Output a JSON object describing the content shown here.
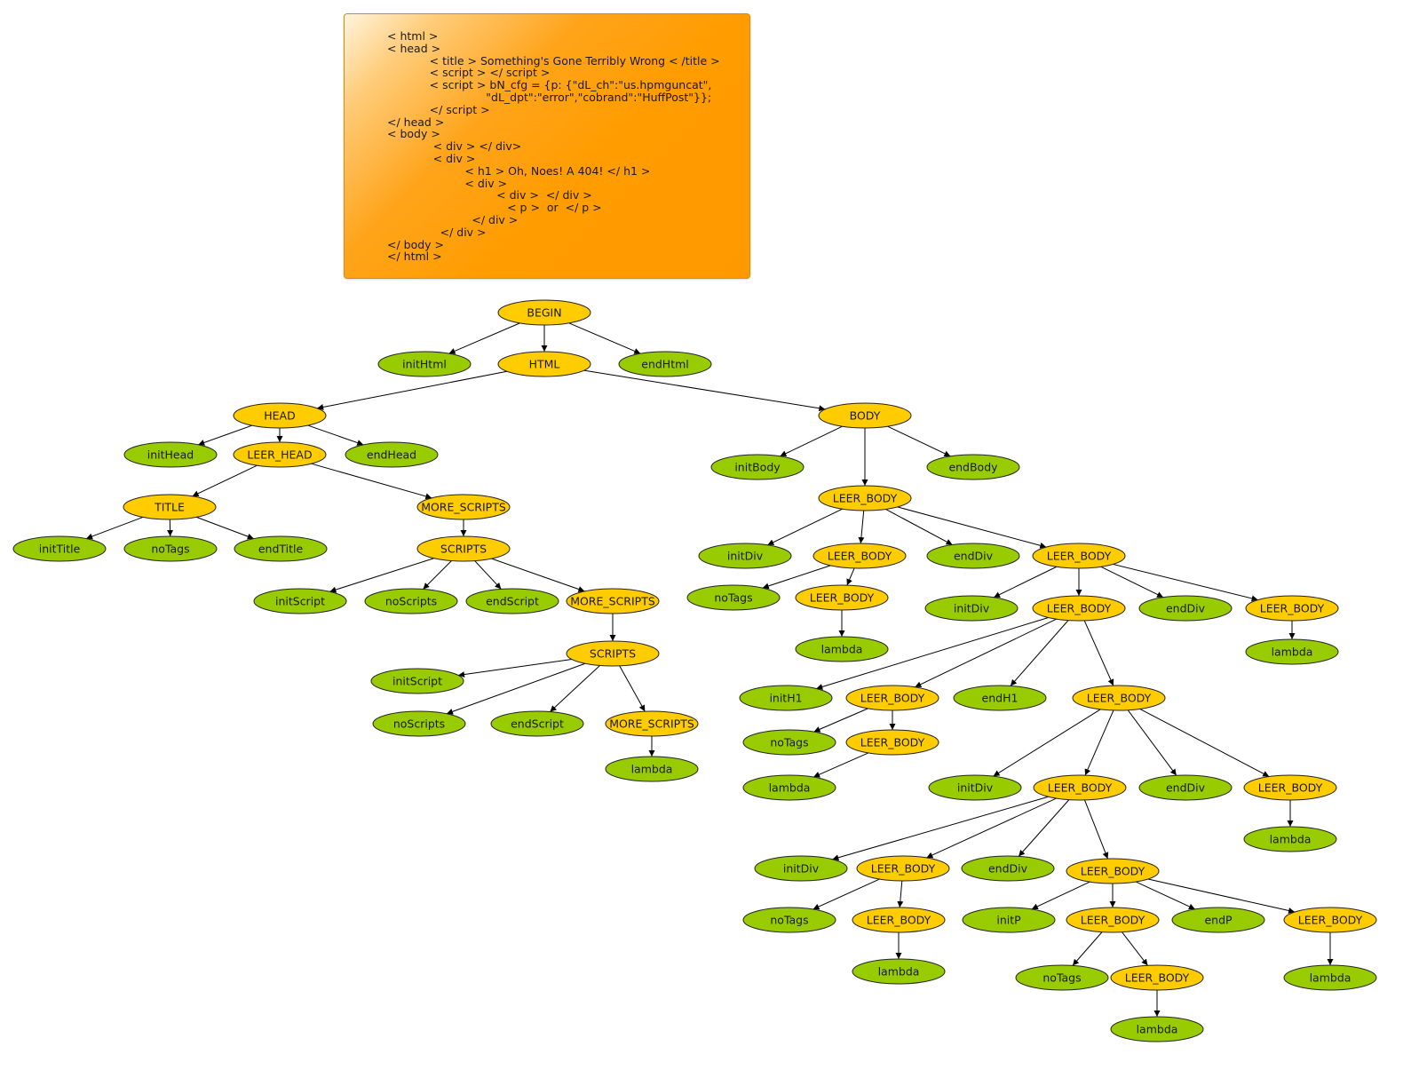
{
  "note": {
    "lines": [
      "< html >",
      "< head >",
      "            < title > Something's Gone Terribly Wrong < /title >",
      "            < script > </ script >",
      "            < script > bN_cfg = {p: {\"dL_ch\":\"us.hpmguncat\",",
      "                            \"dL_dpt\":\"error\",\"cobrand\":\"HuffPost\"}};",
      "            </ script >",
      "</ head >",
      "< body >",
      "             < div > </ div>",
      "             < div >",
      "                      < h1 > Oh, Noes! A 404! </ h1 >",
      "                      < div >",
      "                               < div >  </ div >",
      "                                  < p >  or  </ p >",
      "                        </ div >",
      "               </ div >",
      "</ body >",
      "</ html >"
    ]
  },
  "colors": {
    "nonterminal": "#ffcc00",
    "terminal": "#99cc00",
    "note": "#ff9900",
    "edge": "#000000"
  },
  "nodes": [
    {
      "id": "begin",
      "label": "BEGIN",
      "kind": "nonterminal"
    },
    {
      "id": "initHtml",
      "label": "initHtml",
      "kind": "terminal"
    },
    {
      "id": "html",
      "label": "HTML",
      "kind": "nonterminal"
    },
    {
      "id": "endHtml",
      "label": "endHtml",
      "kind": "terminal"
    },
    {
      "id": "head",
      "label": "HEAD",
      "kind": "nonterminal"
    },
    {
      "id": "body",
      "label": "BODY",
      "kind": "nonterminal"
    },
    {
      "id": "initHead",
      "label": "initHead",
      "kind": "terminal"
    },
    {
      "id": "leerHead",
      "label": "LEER_HEAD",
      "kind": "nonterminal"
    },
    {
      "id": "endHead",
      "label": "endHead",
      "kind": "terminal"
    },
    {
      "id": "title",
      "label": "TITLE",
      "kind": "nonterminal"
    },
    {
      "id": "ms1",
      "label": "MORE_SCRIPTS",
      "kind": "nonterminal"
    },
    {
      "id": "initTitle",
      "label": "initTitle",
      "kind": "terminal"
    },
    {
      "id": "noTagsT",
      "label": "noTags",
      "kind": "terminal"
    },
    {
      "id": "endTitle",
      "label": "endTitle",
      "kind": "terminal"
    },
    {
      "id": "scripts1",
      "label": "SCRIPTS",
      "kind": "nonterminal"
    },
    {
      "id": "initScript1",
      "label": "initScript",
      "kind": "terminal"
    },
    {
      "id": "noScripts1",
      "label": "noScripts",
      "kind": "terminal"
    },
    {
      "id": "endScript1",
      "label": "endScript",
      "kind": "terminal"
    },
    {
      "id": "ms2",
      "label": "MORE_SCRIPTS",
      "kind": "nonterminal"
    },
    {
      "id": "scripts2",
      "label": "SCRIPTS",
      "kind": "nonterminal"
    },
    {
      "id": "initScript2",
      "label": "initScript",
      "kind": "terminal"
    },
    {
      "id": "noScripts2",
      "label": "noScripts",
      "kind": "terminal"
    },
    {
      "id": "endScript2",
      "label": "endScript",
      "kind": "terminal"
    },
    {
      "id": "ms3",
      "label": "MORE_SCRIPTS",
      "kind": "nonterminal"
    },
    {
      "id": "lambdaS",
      "label": "lambda",
      "kind": "terminal"
    },
    {
      "id": "initBody",
      "label": "initBody",
      "kind": "terminal"
    },
    {
      "id": "endBody",
      "label": "endBody",
      "kind": "terminal"
    },
    {
      "id": "lb1",
      "label": "LEER_BODY",
      "kind": "nonterminal"
    },
    {
      "id": "initDiv1",
      "label": "initDiv",
      "kind": "terminal"
    },
    {
      "id": "lb2",
      "label": "LEER_BODY",
      "kind": "nonterminal"
    },
    {
      "id": "endDiv1",
      "label": "endDiv",
      "kind": "terminal"
    },
    {
      "id": "lb3",
      "label": "LEER_BODY",
      "kind": "nonterminal"
    },
    {
      "id": "noTags2",
      "label": "noTags",
      "kind": "terminal"
    },
    {
      "id": "lb2b",
      "label": "LEER_BODY",
      "kind": "nonterminal"
    },
    {
      "id": "lambda2",
      "label": "lambda",
      "kind": "terminal"
    },
    {
      "id": "initDiv2",
      "label": "initDiv",
      "kind": "terminal"
    },
    {
      "id": "lb4",
      "label": "LEER_BODY",
      "kind": "nonterminal"
    },
    {
      "id": "endDiv2",
      "label": "endDiv",
      "kind": "terminal"
    },
    {
      "id": "lb5",
      "label": "LEER_BODY",
      "kind": "nonterminal"
    },
    {
      "id": "lambda5",
      "label": "lambda",
      "kind": "terminal"
    },
    {
      "id": "initH1",
      "label": "initH1",
      "kind": "terminal"
    },
    {
      "id": "lb6",
      "label": "LEER_BODY",
      "kind": "nonterminal"
    },
    {
      "id": "endH1",
      "label": "endH1",
      "kind": "terminal"
    },
    {
      "id": "lb7",
      "label": "LEER_BODY",
      "kind": "nonterminal"
    },
    {
      "id": "noTags6",
      "label": "noTags",
      "kind": "terminal"
    },
    {
      "id": "lb6b",
      "label": "LEER_BODY",
      "kind": "nonterminal"
    },
    {
      "id": "lambda6",
      "label": "lambda",
      "kind": "terminal"
    },
    {
      "id": "initDiv7",
      "label": "initDiv",
      "kind": "terminal"
    },
    {
      "id": "lb8",
      "label": "LEER_BODY",
      "kind": "nonterminal"
    },
    {
      "id": "endDiv7",
      "label": "endDiv",
      "kind": "terminal"
    },
    {
      "id": "lb9",
      "label": "LEER_BODY",
      "kind": "nonterminal"
    },
    {
      "id": "lambda9",
      "label": "lambda",
      "kind": "terminal"
    },
    {
      "id": "initDiv8",
      "label": "initDiv",
      "kind": "terminal"
    },
    {
      "id": "lb10",
      "label": "LEER_BODY",
      "kind": "nonterminal"
    },
    {
      "id": "endDiv8",
      "label": "endDiv",
      "kind": "terminal"
    },
    {
      "id": "lb11",
      "label": "LEER_BODY",
      "kind": "nonterminal"
    },
    {
      "id": "noTags10",
      "label": "noTags",
      "kind": "terminal"
    },
    {
      "id": "lb10b",
      "label": "LEER_BODY",
      "kind": "nonterminal"
    },
    {
      "id": "lambda10",
      "label": "lambda",
      "kind": "terminal"
    },
    {
      "id": "initP",
      "label": "initP",
      "kind": "terminal"
    },
    {
      "id": "lb12",
      "label": "LEER_BODY",
      "kind": "nonterminal"
    },
    {
      "id": "endP",
      "label": "endP",
      "kind": "terminal"
    },
    {
      "id": "lb13",
      "label": "LEER_BODY",
      "kind": "nonterminal"
    },
    {
      "id": "noTags12",
      "label": "noTags",
      "kind": "terminal"
    },
    {
      "id": "lb12b",
      "label": "LEER_BODY",
      "kind": "nonterminal"
    },
    {
      "id": "lambda12",
      "label": "lambda",
      "kind": "terminal"
    },
    {
      "id": "lambda13",
      "label": "lambda",
      "kind": "terminal"
    }
  ],
  "edges": [
    [
      "begin",
      "initHtml"
    ],
    [
      "begin",
      "html"
    ],
    [
      "begin",
      "endHtml"
    ],
    [
      "html",
      "head"
    ],
    [
      "html",
      "body"
    ],
    [
      "head",
      "initHead"
    ],
    [
      "head",
      "leerHead"
    ],
    [
      "head",
      "endHead"
    ],
    [
      "leerHead",
      "title"
    ],
    [
      "leerHead",
      "ms1"
    ],
    [
      "title",
      "initTitle"
    ],
    [
      "title",
      "noTagsT"
    ],
    [
      "title",
      "endTitle"
    ],
    [
      "ms1",
      "scripts1"
    ],
    [
      "scripts1",
      "initScript1"
    ],
    [
      "scripts1",
      "noScripts1"
    ],
    [
      "scripts1",
      "endScript1"
    ],
    [
      "scripts1",
      "ms2"
    ],
    [
      "ms2",
      "scripts2"
    ],
    [
      "scripts2",
      "initScript2"
    ],
    [
      "scripts2",
      "noScripts2"
    ],
    [
      "scripts2",
      "endScript2"
    ],
    [
      "scripts2",
      "ms3"
    ],
    [
      "ms3",
      "lambdaS"
    ],
    [
      "body",
      "initBody"
    ],
    [
      "body",
      "lb1"
    ],
    [
      "body",
      "endBody"
    ],
    [
      "lb1",
      "initDiv1"
    ],
    [
      "lb1",
      "lb2"
    ],
    [
      "lb1",
      "endDiv1"
    ],
    [
      "lb1",
      "lb3"
    ],
    [
      "lb2",
      "noTags2"
    ],
    [
      "lb2",
      "lb2b"
    ],
    [
      "lb2b",
      "lambda2"
    ],
    [
      "lb3",
      "initDiv2"
    ],
    [
      "lb3",
      "lb4"
    ],
    [
      "lb3",
      "endDiv2"
    ],
    [
      "lb3",
      "lb5"
    ],
    [
      "lb5",
      "lambda5"
    ],
    [
      "lb4",
      "initH1"
    ],
    [
      "lb4",
      "lb6"
    ],
    [
      "lb4",
      "endH1"
    ],
    [
      "lb4",
      "lb7"
    ],
    [
      "lb6",
      "noTags6"
    ],
    [
      "lb6",
      "lb6b"
    ],
    [
      "lb6b",
      "lambda6"
    ],
    [
      "lb7",
      "initDiv7"
    ],
    [
      "lb7",
      "lb8"
    ],
    [
      "lb7",
      "endDiv7"
    ],
    [
      "lb7",
      "lb9"
    ],
    [
      "lb9",
      "lambda9"
    ],
    [
      "lb8",
      "initDiv8"
    ],
    [
      "lb8",
      "lb10"
    ],
    [
      "lb8",
      "endDiv8"
    ],
    [
      "lb8",
      "lb11"
    ],
    [
      "lb10",
      "noTags10"
    ],
    [
      "lb10",
      "lb10b"
    ],
    [
      "lb10b",
      "lambda10"
    ],
    [
      "lb11",
      "initP"
    ],
    [
      "lb11",
      "lb12"
    ],
    [
      "lb11",
      "endP"
    ],
    [
      "lb11",
      "lb13"
    ],
    [
      "lb12",
      "noTags12"
    ],
    [
      "lb12",
      "lb12b"
    ],
    [
      "lb12b",
      "lambda12"
    ],
    [
      "lb13",
      "lambda13"
    ]
  ]
}
